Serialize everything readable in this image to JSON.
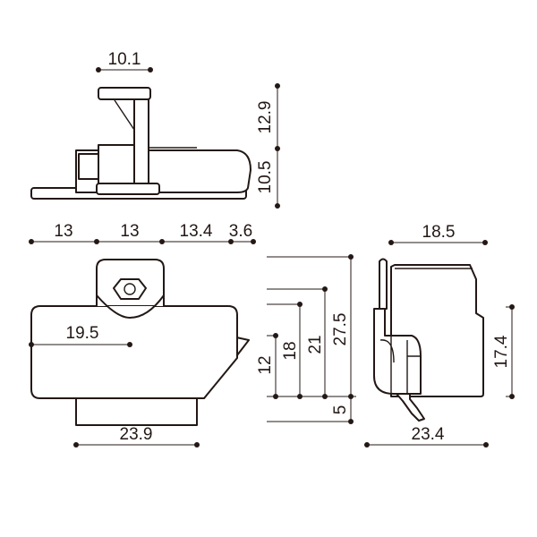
{
  "dimensions": {
    "top_width": "10.1",
    "top_height_upper": "12.9",
    "top_height_lower": "10.5",
    "front_seg1": "13",
    "front_seg2": "13",
    "front_seg3": "13.4",
    "front_seg4": "3.6",
    "front_inner": "19.5",
    "front_bottom": "23.9",
    "side_h12": "12",
    "side_h18": "18",
    "side_h21": "21",
    "side_h275": "27.5",
    "side_h5": "5",
    "side_top": "18.5",
    "side_right": "17.4",
    "side_bottom": "23.4"
  }
}
